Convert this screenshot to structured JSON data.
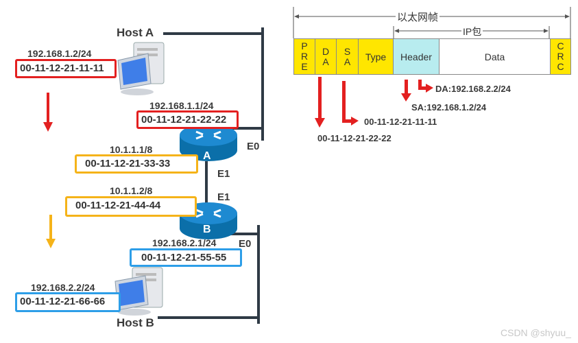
{
  "network": {
    "host_a": {
      "name": "Host A",
      "ip": "192.168.1.2/24",
      "mac": "00-11-12-21-11-11"
    },
    "router_a": {
      "label": "A",
      "e0": {
        "iface": "E0",
        "ip": "192.168.1.1/24",
        "mac": "00-11-12-21-22-22"
      },
      "e1": {
        "iface": "E1",
        "ip": "10.1.1.1/8",
        "mac": "00-11-12-21-33-33"
      }
    },
    "router_b": {
      "label": "B",
      "e1": {
        "iface": "E1",
        "ip": "10.1.1.2/8",
        "mac": "00-11-12-21-44-44"
      },
      "e0": {
        "iface": "E0",
        "ip": "192.168.2.1/24",
        "mac": "00-11-12-21-55-55"
      }
    },
    "host_b": {
      "name": "Host B",
      "ip": "192.168.2.2/24",
      "mac": "00-11-12-21-66-66"
    },
    "colors": {
      "segment1": "#e32020",
      "segment2": "#f5b319",
      "segment3": "#2d9ee8"
    }
  },
  "frame": {
    "ethernet_label": "以太网帧",
    "ip_label": "IP包",
    "fields": {
      "pre": [
        "P",
        "R",
        "E"
      ],
      "da": [
        "D",
        "A"
      ],
      "sa": [
        "S",
        "A"
      ],
      "type": "Type",
      "header": "Header",
      "data": "Data",
      "crc": [
        "C",
        "R",
        "C"
      ]
    },
    "annotations": {
      "da_mac": "00-11-12-21-22-22",
      "sa_mac": "00-11-12-21-11-11",
      "ip_sa": "SA:192.168.1.2/24",
      "ip_da": "DA:192.168.2.2/24"
    }
  },
  "watermark": "CSDN @shyuu_"
}
